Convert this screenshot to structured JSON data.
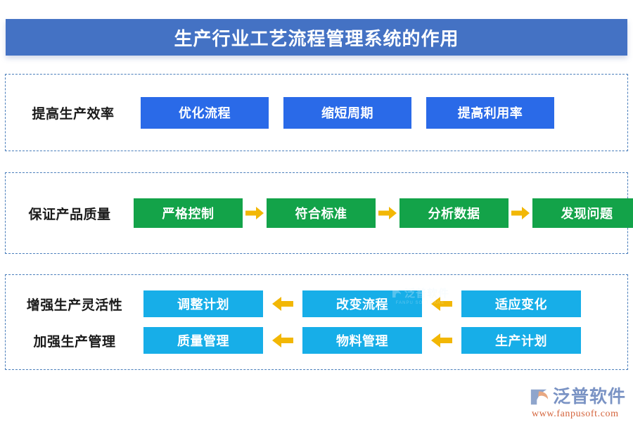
{
  "title": {
    "text": "生产行业工艺流程管理系统的作用",
    "bar_color": "#4472c4",
    "text_color": "#ffffff"
  },
  "sections": [
    {
      "id": "section-1",
      "label": "提高生产效率",
      "node_color": "#2a6ae8",
      "connector": "none",
      "nodes": [
        {
          "label": "优化流程"
        },
        {
          "label": "缩短周期"
        },
        {
          "label": "提高利用率"
        }
      ]
    },
    {
      "id": "section-2",
      "label": "保证产品质量",
      "node_color": "#13a349",
      "connector": "arrow-right",
      "arrow_color": "#f2b705",
      "nodes": [
        {
          "label": "严格控制"
        },
        {
          "label": "符合标准"
        },
        {
          "label": "分析数据"
        },
        {
          "label": "发现问题"
        }
      ]
    },
    {
      "id": "section-3",
      "node_color": "#17aee8",
      "connector": "arrow-left",
      "arrow_color": "#f2b705",
      "rows": [
        {
          "label": "增强生产灵活性",
          "nodes": [
            {
              "label": "调整计划"
            },
            {
              "label": "改变流程"
            },
            {
              "label": "适应变化"
            }
          ]
        },
        {
          "label": "加强生产管理",
          "nodes": [
            {
              "label": "质量管理"
            },
            {
              "label": "物料管理"
            },
            {
              "label": "生产计划"
            }
          ]
        }
      ]
    }
  ],
  "watermark": {
    "text": "泛普软件",
    "subtext": "FANPU SOFTWARE"
  },
  "brand": {
    "name": "泛普软件",
    "url": "www.fanpusoft.com",
    "name_color": "#7a93c4",
    "url_color": "#d4643c"
  }
}
